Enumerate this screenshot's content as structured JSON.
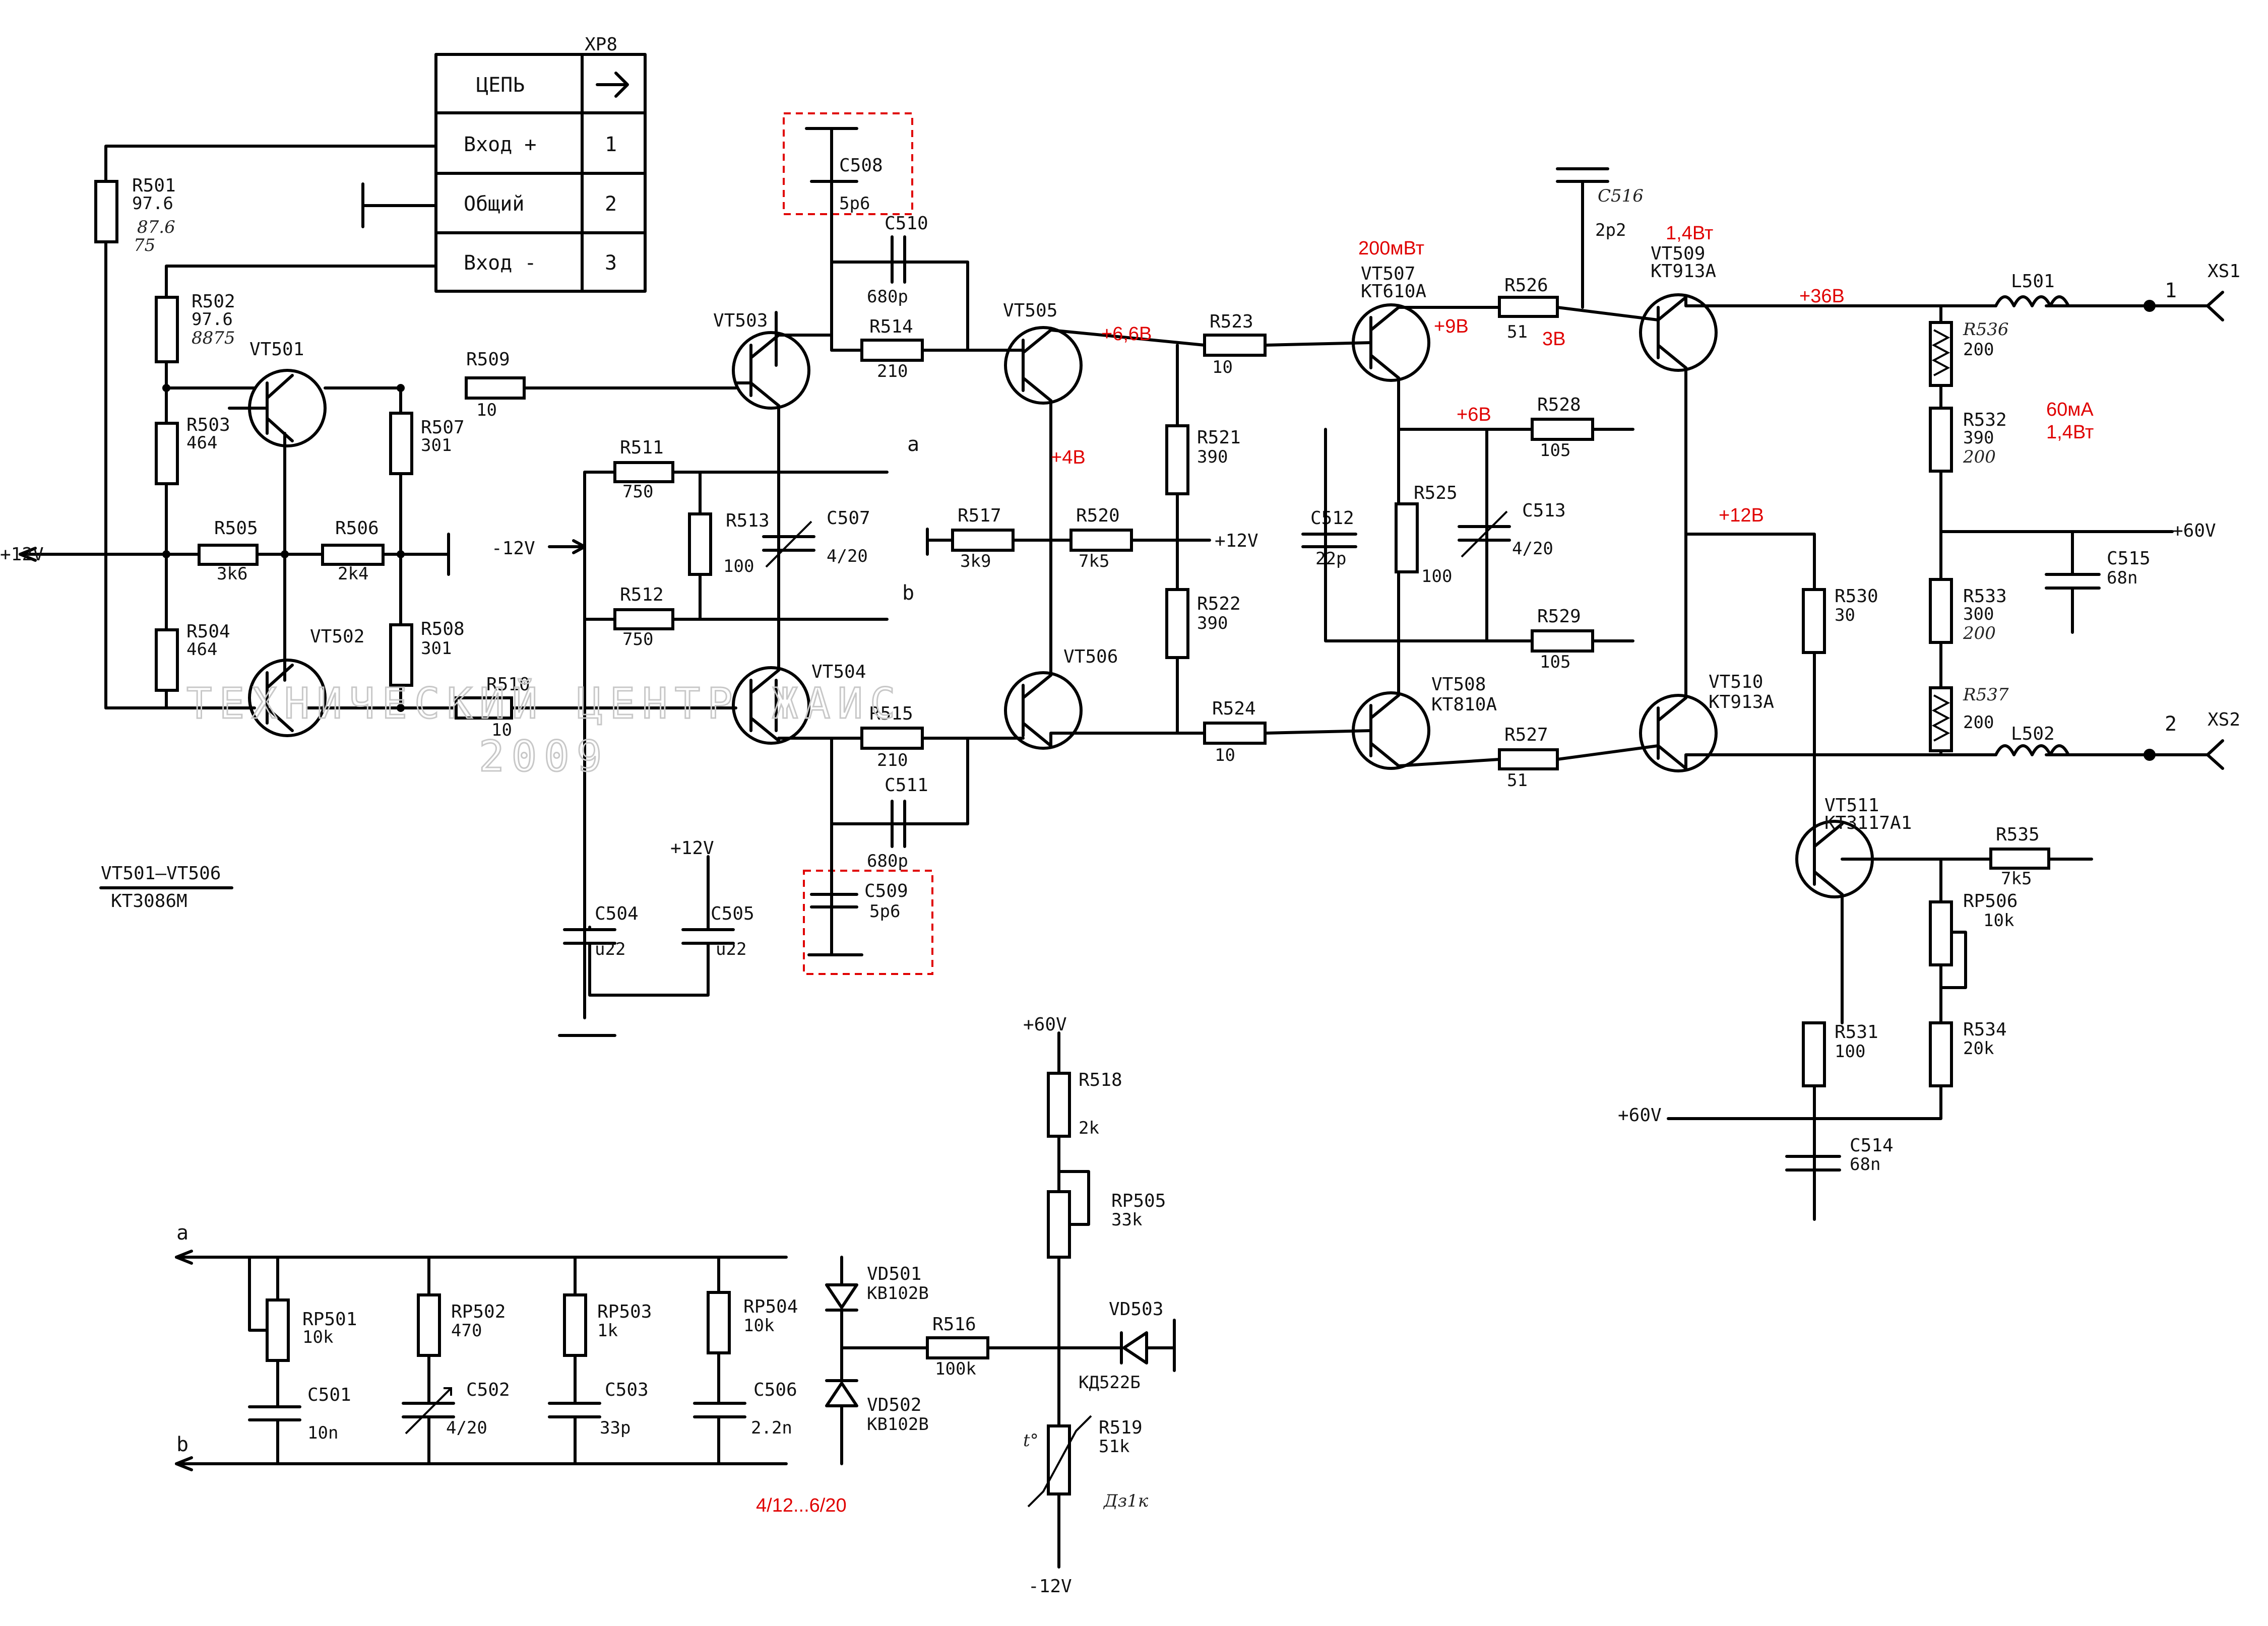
{
  "connector": {
    "ref": "XP8",
    "header_name": "ЦЕПЬ",
    "rows": [
      {
        "name": "Вход +",
        "pin": "1"
      },
      {
        "name": "Общий",
        "pin": "2"
      },
      {
        "name": "Вход -",
        "pin": "3"
      }
    ]
  },
  "resistors": [
    {
      "ref": "R501",
      "value": "97.6"
    },
    {
      "ref": "R502",
      "value": "97.6"
    },
    {
      "ref": "R503",
      "value": "464"
    },
    {
      "ref": "R504",
      "value": "464"
    },
    {
      "ref": "R505",
      "value": "3k6"
    },
    {
      "ref": "R506",
      "value": "2k4"
    },
    {
      "ref": "R507",
      "value": "301"
    },
    {
      "ref": "R508",
      "value": "301"
    },
    {
      "ref": "R509",
      "value": "10"
    },
    {
      "ref": "R510",
      "value": "10"
    },
    {
      "ref": "R511",
      "value": "750"
    },
    {
      "ref": "R512",
      "value": "750"
    },
    {
      "ref": "R513",
      "value": "100"
    },
    {
      "ref": "R514",
      "value": "210"
    },
    {
      "ref": "R515",
      "value": "210"
    },
    {
      "ref": "R517",
      "value": "3k9"
    },
    {
      "ref": "R520",
      "value": "7k5"
    },
    {
      "ref": "R521",
      "value": "390"
    },
    {
      "ref": "R522",
      "value": "390"
    },
    {
      "ref": "R523",
      "value": "10"
    },
    {
      "ref": "R524",
      "value": "10"
    },
    {
      "ref": "R525",
      "value": "100"
    },
    {
      "ref": "R526",
      "value": "51"
    },
    {
      "ref": "R527",
      "value": "51"
    },
    {
      "ref": "R528",
      "value": "105"
    },
    {
      "ref": "R529",
      "value": "105"
    },
    {
      "ref": "R530",
      "value": "30"
    },
    {
      "ref": "R531",
      "value": "100"
    },
    {
      "ref": "R532",
      "value": "390"
    },
    {
      "ref": "R533",
      "value": "300"
    },
    {
      "ref": "R534",
      "value": "20k"
    },
    {
      "ref": "R535",
      "value": "7k5"
    },
    {
      "ref": "R536",
      "value": "200"
    },
    {
      "ref": "R537",
      "value": "200"
    },
    {
      "ref": "R516",
      "value": "100k"
    },
    {
      "ref": "R518",
      "value": "2k"
    },
    {
      "ref": "R519",
      "value": "51k"
    }
  ],
  "potentiometers": [
    {
      "ref": "RP501",
      "value": "10k"
    },
    {
      "ref": "RP502",
      "value": "470"
    },
    {
      "ref": "RP503",
      "value": "1k"
    },
    {
      "ref": "RP504",
      "value": "10k"
    },
    {
      "ref": "RP505",
      "value": "33k"
    },
    {
      "ref": "RP506",
      "value": "10k"
    }
  ],
  "capacitors": [
    {
      "ref": "C501",
      "value": "10n"
    },
    {
      "ref": "C502",
      "value": "4/20"
    },
    {
      "ref": "C503",
      "value": "33p"
    },
    {
      "ref": "C506",
      "value": "2.2n"
    },
    {
      "ref": "C504",
      "value": "u22"
    },
    {
      "ref": "C505",
      "value": "u22"
    },
    {
      "ref": "C507",
      "value": "4/20"
    },
    {
      "ref": "C508",
      "value": "5p6"
    },
    {
      "ref": "C509",
      "value": "5p6"
    },
    {
      "ref": "C510",
      "value": "680p"
    },
    {
      "ref": "C511",
      "value": "680p"
    },
    {
      "ref": "C512",
      "value": "22p"
    },
    {
      "ref": "C513",
      "value": "4/20"
    },
    {
      "ref": "C514",
      "value": "68n"
    },
    {
      "ref": "C515",
      "value": "68n"
    },
    {
      "ref": "C516",
      "value": "2p2"
    }
  ],
  "transistors": [
    {
      "ref": "VT501"
    },
    {
      "ref": "VT502"
    },
    {
      "ref": "VT503"
    },
    {
      "ref": "VT504"
    },
    {
      "ref": "VT505"
    },
    {
      "ref": "VT506"
    },
    {
      "ref": "VT507",
      "type": "KT610A"
    },
    {
      "ref": "VT508",
      "type": "KT810A"
    },
    {
      "ref": "VT509",
      "type": "KT913A"
    },
    {
      "ref": "VT510",
      "type": "KT913A"
    },
    {
      "ref": "VT511",
      "type": "KT3117A1"
    }
  ],
  "diodes": [
    {
      "ref": "VD501",
      "type": "KB102B"
    },
    {
      "ref": "VD502",
      "type": "KB102B"
    },
    {
      "ref": "VD503",
      "type": "КД522Б"
    }
  ],
  "inductors": [
    {
      "ref": "L501"
    },
    {
      "ref": "L502"
    }
  ],
  "outputs": [
    {
      "ref": "XS1",
      "pin": "1"
    },
    {
      "ref": "XS2",
      "pin": "2"
    }
  ],
  "rails": {
    "p12_left": "+12V",
    "m12": "-12V",
    "p12_mid": "+12V",
    "p12_c505": "+12V",
    "p60_r518": "+60V",
    "p60_right": "+60V",
    "p60_bottom": "+60V",
    "m12_bottom": "-12V"
  },
  "nets": {
    "a": "a",
    "b": "b"
  },
  "notes": {
    "tr_group_line1": "VT501—VT506",
    "tr_group_line2": "KT3086M",
    "watermark_line1": "ТЕХНИЧЕСКИЙ ЦЕНТР ЖАИС",
    "watermark_line2": "2009",
    "hand_r501": "87.6",
    "hand_r501b": "75",
    "hand_r502": "8875",
    "hand_r532": "200",
    "hand_r533": "200",
    "hand_r519": "Дз1к"
  },
  "annotations": {
    "v505": "+6,6В",
    "v4": "+4В",
    "p200": "200мВт",
    "v9": "+9В",
    "v3": "3В",
    "p14a": "1,4Вт",
    "v36": "+36В",
    "v6": "+6В",
    "v12": "+12В",
    "i60": "60мА",
    "p14b": "1,4Вт",
    "cap_range": "4/12...6/20"
  }
}
